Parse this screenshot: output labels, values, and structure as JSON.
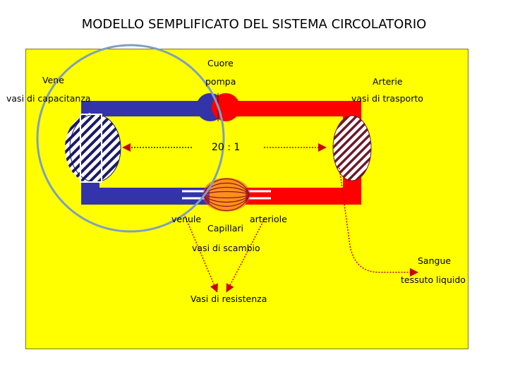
{
  "title": "MODELLO SEMPLIFICATO DEL SISTEMA CIRCOLATORIO",
  "labels": {
    "heart": "Cuore",
    "pump": "pompa",
    "veins": "Vene",
    "arteries": "Arterie",
    "capacitance": "vasi di capacitanza",
    "transport": "vasi di trasporto",
    "ratio": "20 : 1",
    "venules": "venule",
    "arterioles": "arteriole",
    "capillaries": "Capillari",
    "exchange": "vasi di scambio",
    "blood": "Sangue",
    "tissue": "tessuto liquido",
    "resistance": "Vasi di resistenza"
  },
  "colors": {
    "venous": "#3333aa",
    "arterial": "#ff0000",
    "background": "#ffff00",
    "circle": "#7f9fbf",
    "arrow": "#cc0000"
  }
}
